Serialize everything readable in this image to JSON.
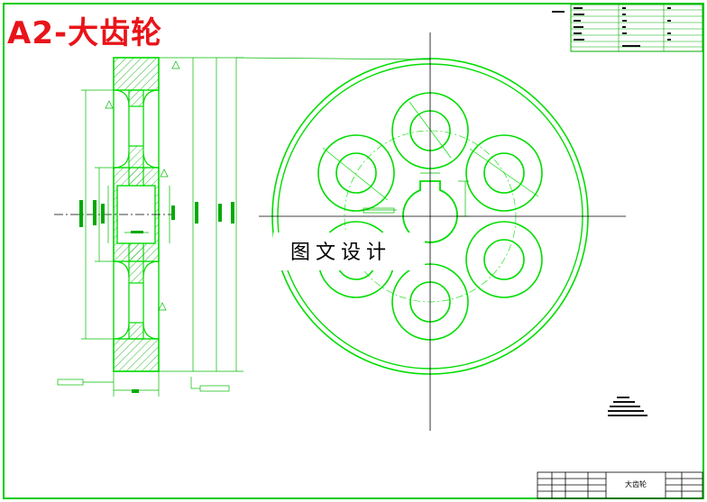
{
  "drawing": {
    "title": "A2-大齿轮",
    "watermark": "图文设计",
    "title_block_name": "大齿轮",
    "colors": {
      "frame": "#00cc00",
      "geometry": "#00dd00",
      "centerline": "#000000",
      "title": "#e8141a",
      "hatch": "#00aa00",
      "dimension": "#00bb00"
    },
    "icons": [
      "section-view",
      "circular-view",
      "hole-pattern",
      "keyway",
      "hatching",
      "title-block",
      "parameter-table",
      "roughness-symbol"
    ]
  }
}
